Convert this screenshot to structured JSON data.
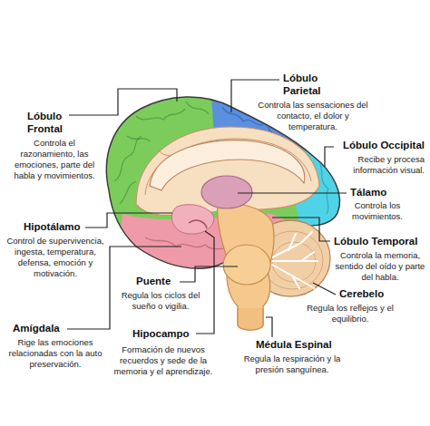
{
  "diagram": {
    "labels": [
      "Lóbulo Parietal",
      "Controla las sensaciones del contacto, el dolor y temperatura.",
      "Lóbulo Frontal",
      "Controla el razonamiento, las emociones, parte del habla y movimientos.",
      "Lóbulo Occipital",
      "Recibe y procesa información visual.",
      "Tálamo",
      "Controla los movimientos.",
      "Hipotálamo",
      "Control de supervivencia, ingesta, temperatura, defensa, emoción y motivación.",
      "Lóbulo Temporal",
      "Controla la memoria, sentido del oído y parte del habla.",
      "Puente",
      "Regula los ciclos del sueño o vigilia.",
      "Cerebelo",
      "Regula los reflejos y el equilibrio.",
      "Amígdala",
      "Rige las emociones relacionadas con la auto preservación.",
      "Hipocampo",
      "Formación de nuevos recuerdos y sede de la memoria y el aprendizaje.",
      "Médula Espinal",
      "Regula la respiración y la presión sanguínea."
    ]
  }
}
